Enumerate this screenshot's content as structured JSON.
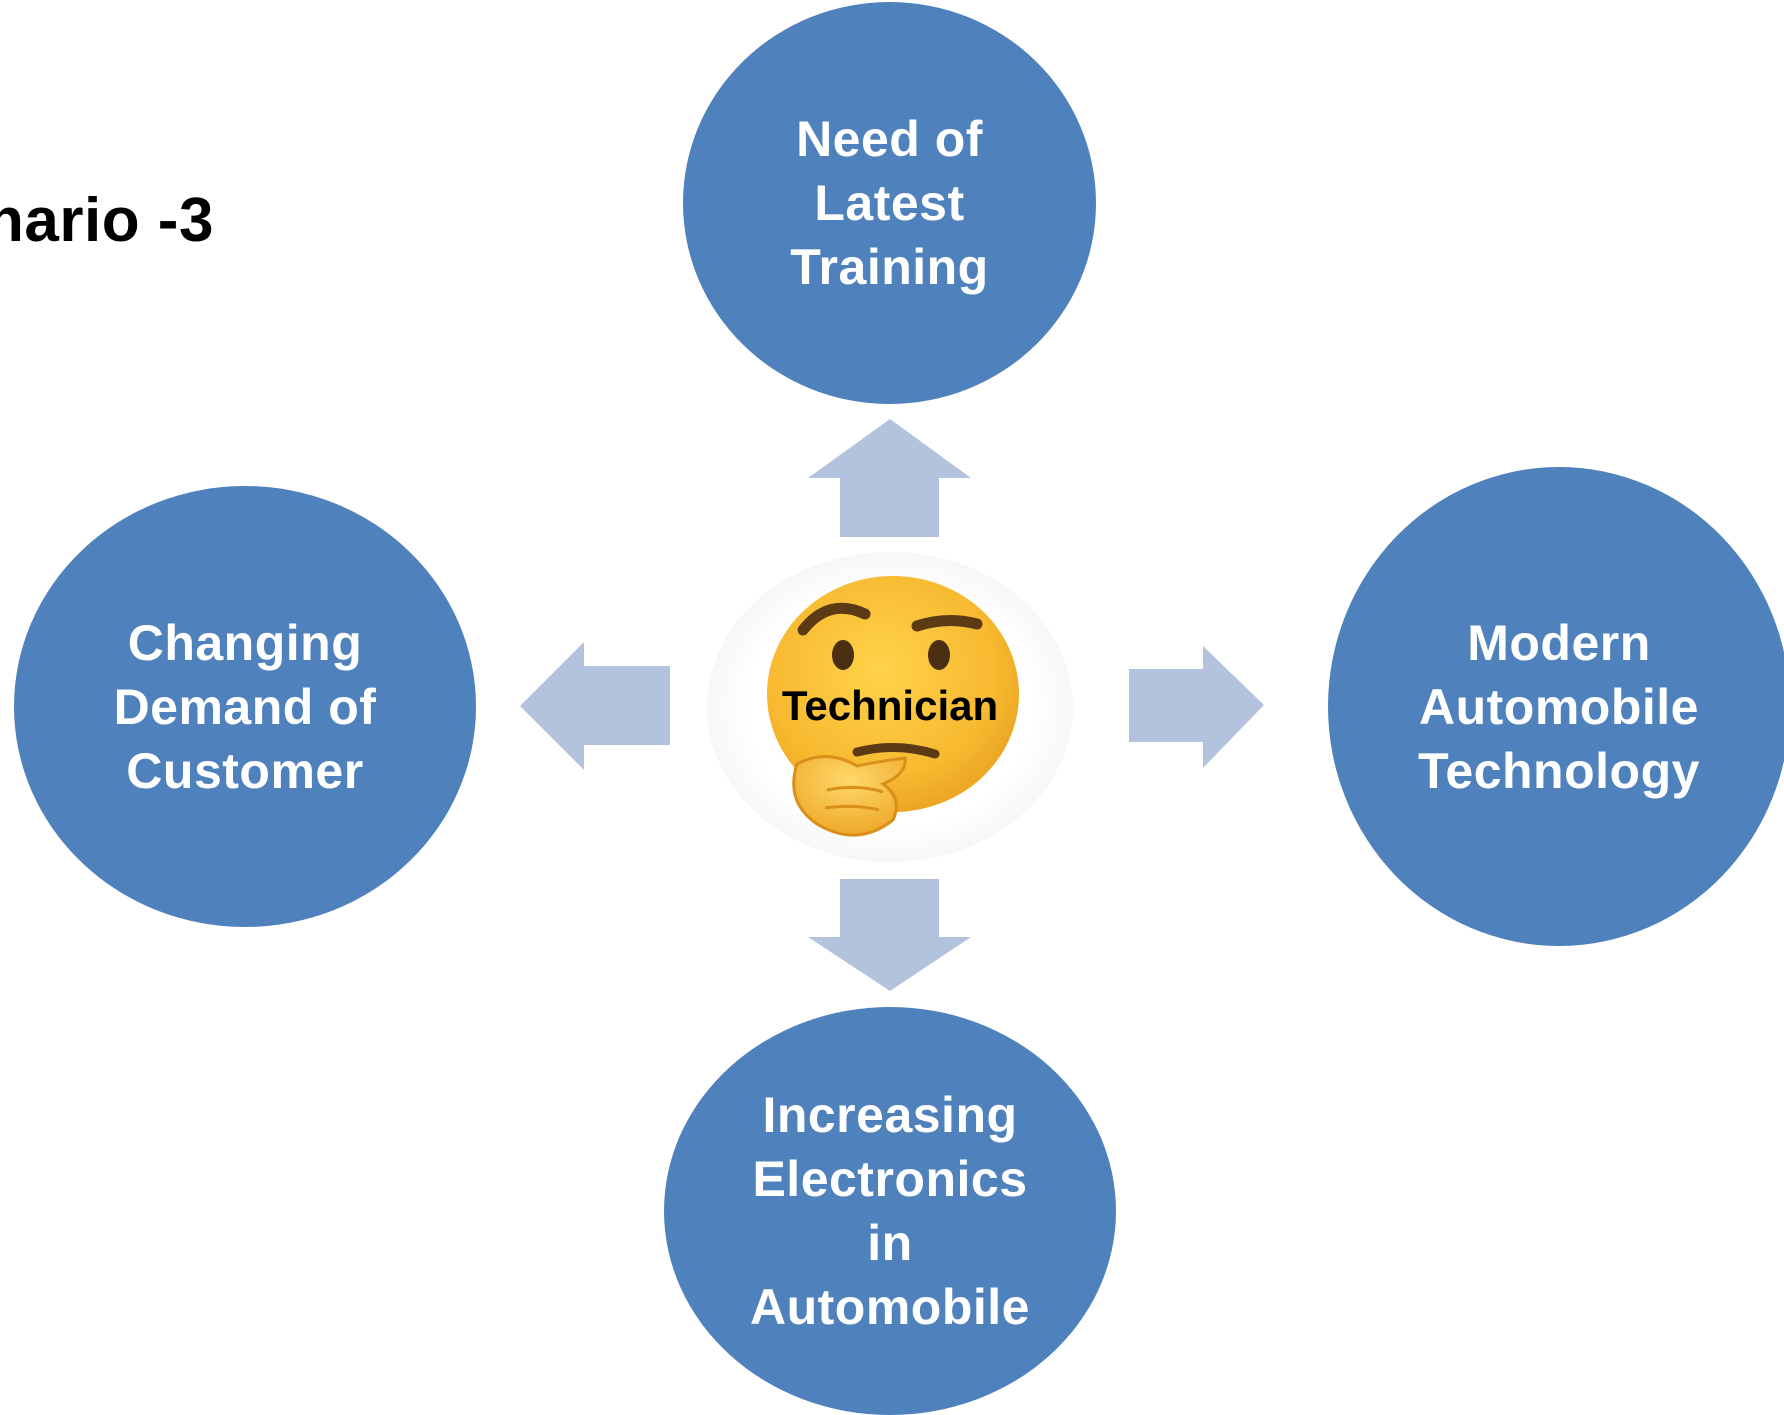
{
  "title": "nario -3",
  "center": {
    "label": "Technician",
    "icon": "thinking-face-icon"
  },
  "nodes": {
    "top": "Need of\nLatest\nTraining",
    "left": "Changing\nDemand of\nCustomer",
    "right": "Modern\nAutomobile\nTechnology",
    "bottom": "Increasing\nElectronics\nin\nAutomobile"
  },
  "colors": {
    "circle_fill": "#4f81bd",
    "arrow_fill": "#b3c3de",
    "text_on_circle": "#ffffff"
  }
}
